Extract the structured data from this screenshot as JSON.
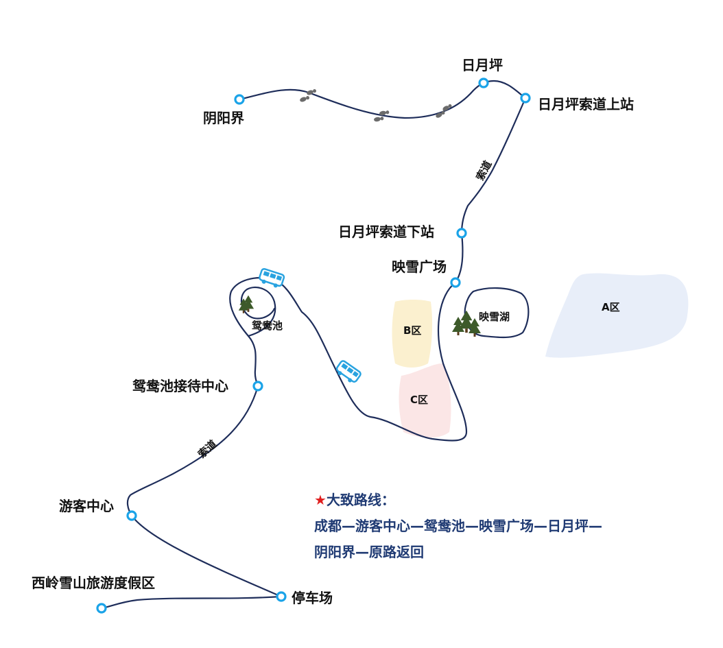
{
  "stops": {
    "yinyangjie": "阴阳界",
    "riyueping": "日月坪",
    "cableway_top": "日月坪索道上站",
    "cableway_bottom": "日月坪索道下站",
    "yingxue_square": "映雪广场",
    "yuanyangchi": "鸳鸯池",
    "yuanyangchi_center": "鸳鸯池接待中心",
    "visitor_center": "游客中心",
    "resort": "西岭雪山旅游度假区",
    "parking": "停车场"
  },
  "features": {
    "yingxue_lake": "映雪湖",
    "zone_a": "A区",
    "zone_b": "B区",
    "zone_c": "C区",
    "cableway_label": "索道"
  },
  "icons": [
    "footprints-icon",
    "bus-icon",
    "tree-icon",
    "station-marker-icon",
    "star-icon"
  ],
  "colors": {
    "route_line": "#1e2d5a",
    "station": "#1aa3e8",
    "bus": "#29a3e0",
    "route_text": "#1f3a73",
    "star": "#e01e1e",
    "zone_a": "#e8eef9",
    "zone_b": "#fbf0cf",
    "zone_c": "#fbe6e6",
    "tree": "#3d5a2a"
  },
  "route_summary": {
    "star": "★",
    "title": "大致路线：",
    "line1": "成都—游客中心—鸳鸯池—映雪广场—日月坪—",
    "line2": "阴阳界—原路返回"
  }
}
